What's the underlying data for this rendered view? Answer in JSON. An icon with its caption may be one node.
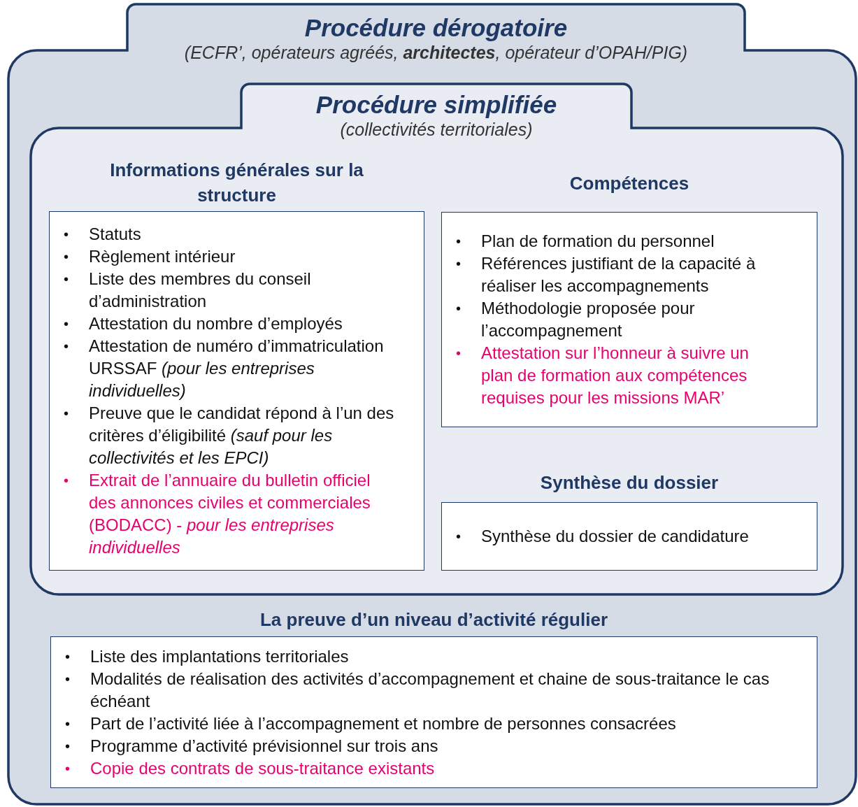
{
  "diagram": {
    "nodes": [
      {
        "text": [
          "Procédure dérogatoire",
          "(ECFR’, opérateurs agréés, **architectes**, opérateur d’OPAH/PIG)"
        ]
      },
      {
        "text": [
          "Procédure simplifiée",
          "(collectivités territoriales)"
        ],
        "in": 0
      },
      {
        "text": [
          "Informations générales sur la structure",
          "•",
          "Statuts",
          "•",
          "Règlement intérieur",
          "•",
          "Liste des membres du conseil d’administration",
          "•",
          "Attestation du nombre d’employés",
          "•",
          "Attestation de numéro d’immatriculation URSSAF *(pour les entreprises individuelles)*",
          "•",
          "Preuve que le candidat répond à l’un des critères d’éligibilité *(sauf pour les collectivités et les EPCI)*",
          "•",
          "Extrait de l’annuaire du bulletin officiel des annonces civiles et commerciales (BODACC) - *pour les entreprises individuelles*"
        ],
        "in": 1
      },
      {
        "text": [
          "Compétences",
          "•",
          "Plan de formation du personnel",
          "•",
          "Références justifiant de la capacité à réaliser les accompagnements",
          "•",
          "Méthodologie proposée pour l’accompagnement",
          "•",
          "Attestation sur l’honneur à suivre un plan de formation aux compétences requises pour les missions MAR’"
        ],
        "in": 1
      },
      {
        "text": [
          "Synthèse du dossier",
          "•",
          "Synthèse du dossier de candidature"
        ],
        "in": 1
      },
      {
        "text": [
          "La preuve d’un niveau d’activité régulier",
          "•",
          "Liste des implantations territoriales",
          "•",
          "Modalités de réalisation des activités d’accompagnement et chaine de sous-traitance le cas échéant",
          "•",
          "Part de l’activité liée à l’accompagnement et nombre de personnes consacrées",
          "•",
          "Programme d’activité prévisionnel sur trois ans",
          "•",
          "Copie des contrats de sous-traitance existants"
        ],
        "in": 0
      }
    ]
  }
}
